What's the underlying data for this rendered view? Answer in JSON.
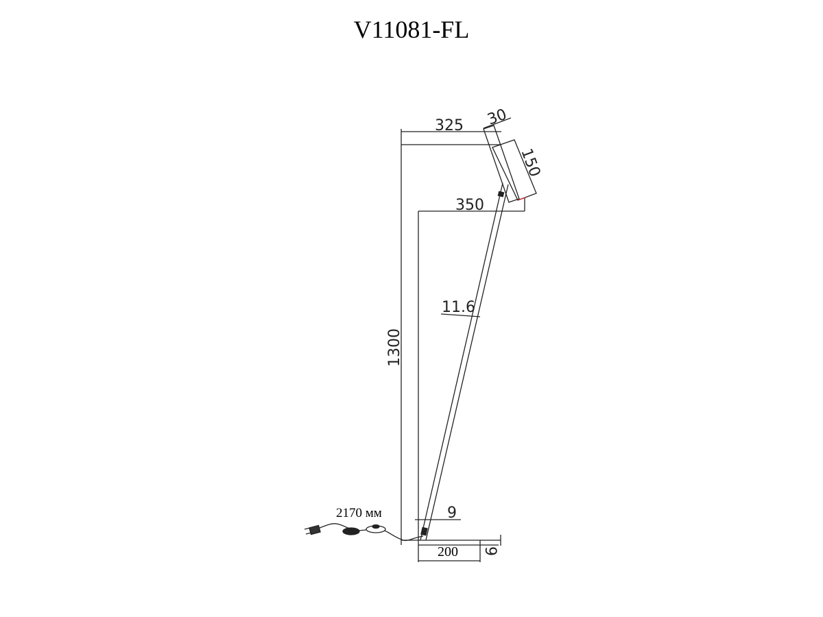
{
  "title": "V11081-FL",
  "dimensions": {
    "arm_top": "325",
    "head_depth": "30",
    "head_length": "150",
    "arm_reach": "350",
    "pole_diameter": "11.6",
    "height": "1300",
    "base_offset": "9",
    "base_width": "200",
    "base_thickness": "9",
    "cable_length": "2170 мм"
  }
}
